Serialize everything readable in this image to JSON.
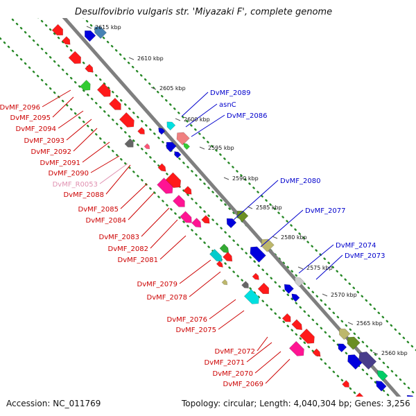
{
  "title": "Desulfovibrio vulgaris str. 'Miyazaki F', complete genome",
  "footer": {
    "accession": "Accession: NC_011769",
    "summary": "Topology: circular; Length: 4,040,304 bp; Genes: 3,256"
  },
  "colors": {
    "backbone": "#7f7f7f",
    "dot_outer": "#2a8a2a",
    "dot_inner": "#2a8a2a",
    "label_forward": "#0000cc",
    "label_reverse": "#cc0000",
    "label_rna": "#e090b0"
  },
  "kbp_marks": [
    "2615 kbp",
    "2610 kbp",
    "2605 kbp",
    "2600 kbp",
    "2595 kbp",
    "2590 kbp",
    "2585 kbp",
    "2580 kbp",
    "2575 kbp",
    "2570 kbp",
    "2565 kbp",
    "2560 kbp"
  ],
  "labels": {
    "forward": [
      "DvMF_2089",
      "asnC",
      "DvMF_2086",
      "DvMF_2080",
      "DvMF_2077",
      "DvMF_2074",
      "DvMF_2073"
    ],
    "reverse": [
      "DvMF_2096",
      "DvMF_2095",
      "DvMF_2094",
      "DvMF_2093",
      "DvMF_2092",
      "DvMF_2091",
      "DvMF_2090",
      "DvMF_2088",
      "DvMF_2085",
      "DvMF_2084",
      "DvMF_2083",
      "DvMF_2082",
      "DvMF_2081",
      "DvMF_2079",
      "DvMF_2078",
      "DvMF_2076",
      "DvMF_2075",
      "DvMF_2072",
      "DvMF_2071",
      "DvMF_2070",
      "DvMF_2069"
    ],
    "rna": [
      "DvMF_R0053"
    ]
  }
}
